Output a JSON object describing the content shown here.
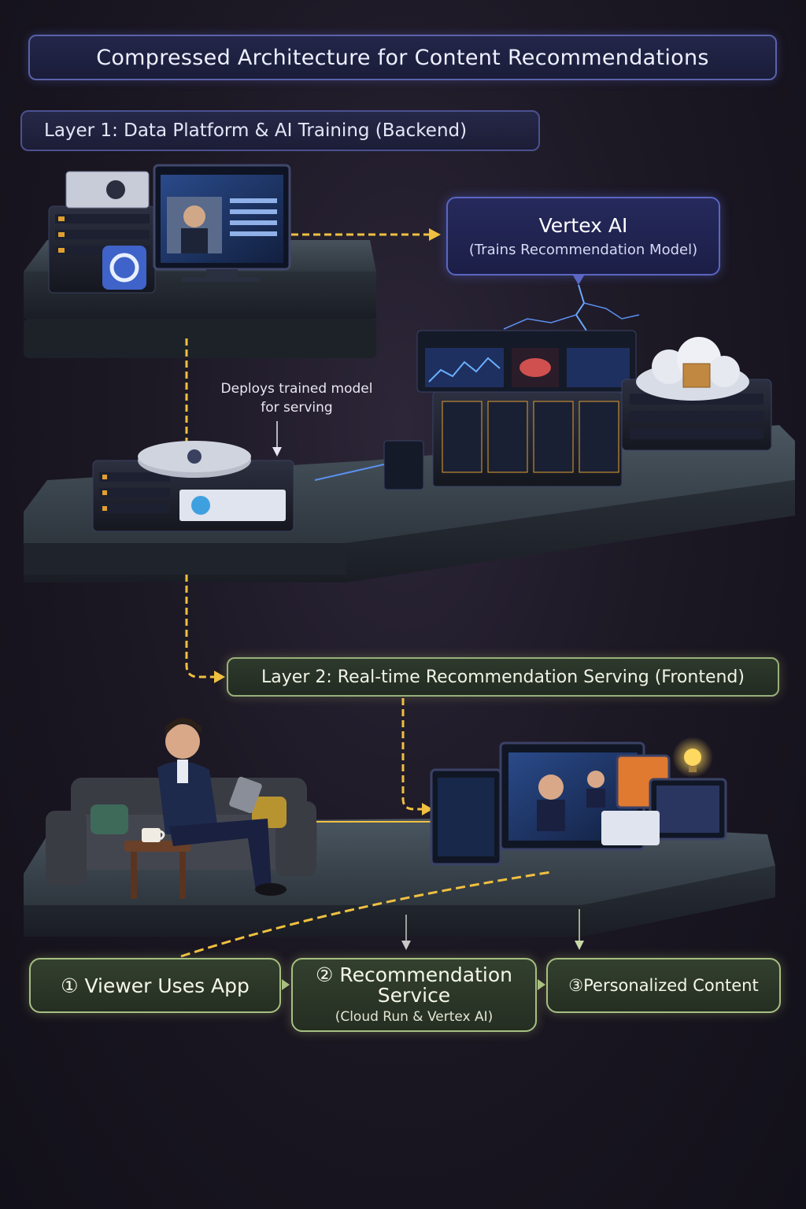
{
  "title": "Compressed Architecture for Content Recommendations",
  "layer1": {
    "label": "Layer 1: Data Platform & AI Training (Backend)"
  },
  "vertex": {
    "title": "Vertex AI",
    "subtitle": "(Trains Recommendation Model)"
  },
  "deploy": {
    "line1": "Deploys trained model",
    "line2": "for serving"
  },
  "layer2": {
    "label": "Layer 2: Real-time Recommendation Serving (Frontend)"
  },
  "steps": [
    {
      "label": "① Viewer Uses App"
    },
    {
      "line1": "② Recommendation",
      "line2": "Service",
      "line3": "(Cloud Run & Vertex AI)"
    },
    {
      "label": "③Personalized Content"
    }
  ],
  "colors": {
    "accent_blue": "#5a62a8",
    "accent_green": "#a6bf82",
    "arrow_gold": "#f0c040",
    "background": "#1c1824"
  },
  "icons": [
    "server-icon",
    "monitor-icon",
    "gear-icon",
    "cloud-icon",
    "lightbulb-icon",
    "sofa-icon",
    "person-icon",
    "tablet-icon",
    "coffee-cup-icon",
    "lightning-icon"
  ]
}
